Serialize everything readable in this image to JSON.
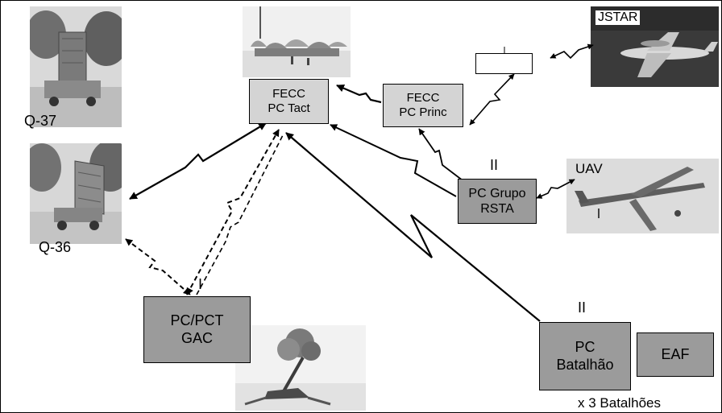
{
  "nodes": {
    "fecc_tact": "FECC\nPC Tact",
    "fecc_princ": "FECC\nPC Princ",
    "pc_grupo": "PC Grupo\nRSTA",
    "pc_pct": "PC/PCT\nGAC",
    "pc_batalhao": "PC\nBatalhão",
    "eaf": "EAF"
  },
  "labels": {
    "q37": "Q-37",
    "q36": "Q-36",
    "jstar": "JSTAR",
    "uav": "UAV",
    "echelon_grupo": "II",
    "echelon_gac": "I",
    "echelon_batalhao": "II",
    "multiplier": "x 3 Batalhões"
  },
  "icons": {
    "q37_photo": "radar-q37-photo",
    "q36_photo": "radar-q36-photo",
    "camp_photo": "field-camp-photo",
    "jstar_photo": "aircraft-photo",
    "uav_photo": "uav-photo",
    "howitzer_photo": "howitzer-photo"
  },
  "colors": {
    "light_box": "#d4d4d4",
    "dark_box": "#9b9b9b",
    "line": "#000000"
  }
}
